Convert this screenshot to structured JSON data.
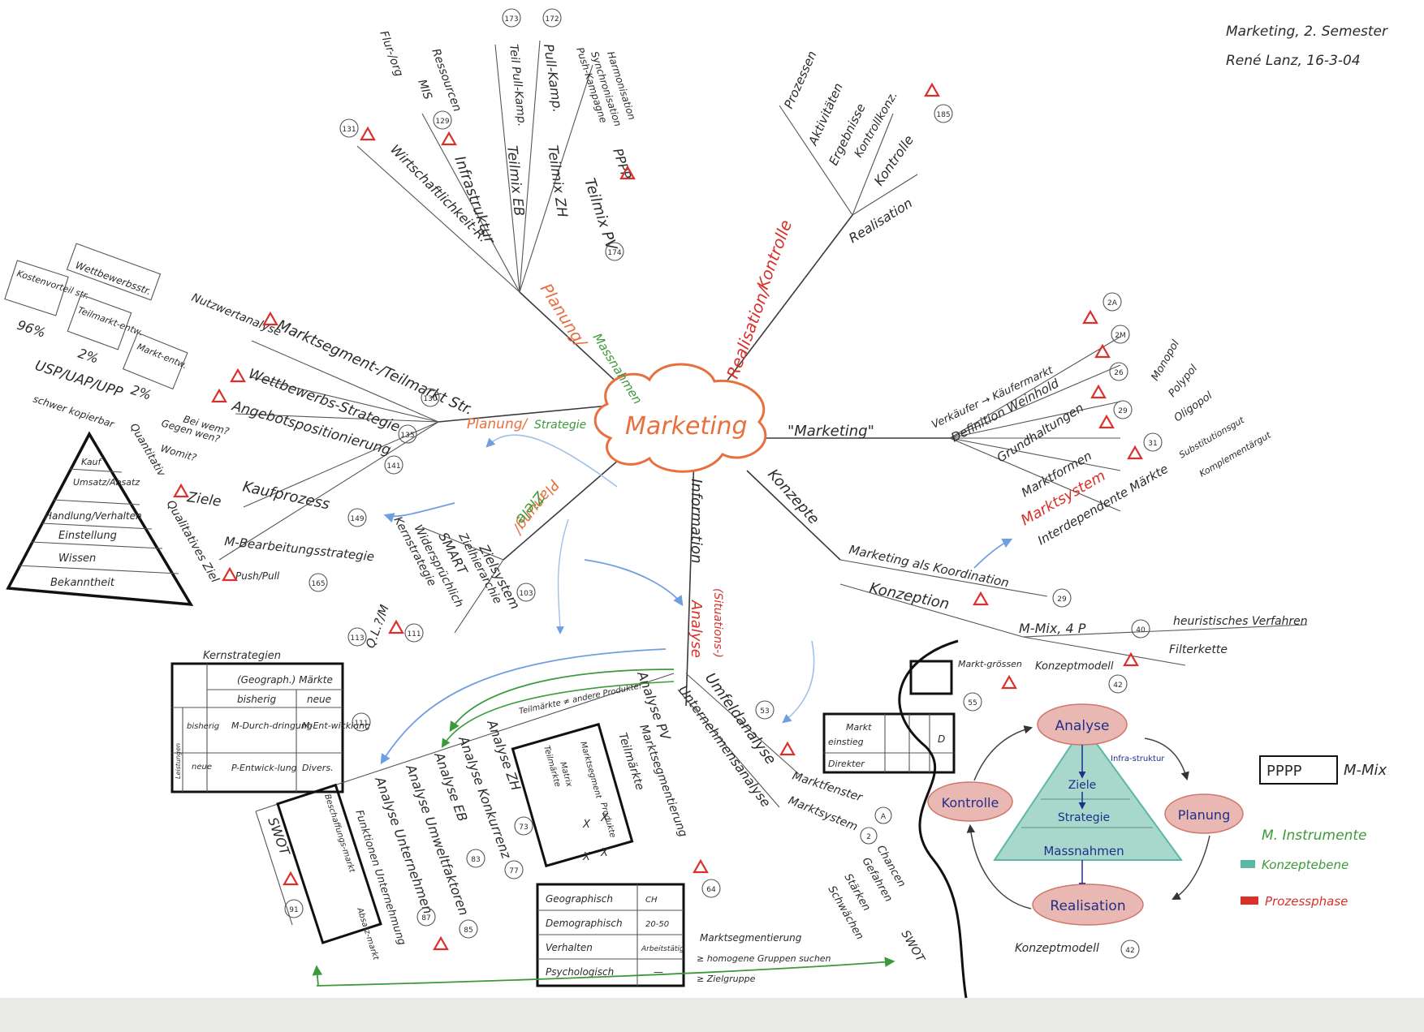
{
  "header": {
    "line1": "Marketing, 2. Semester",
    "line2": "René Lanz, 16-3-04"
  },
  "center": {
    "label": "Marketing"
  },
  "branches": {
    "planung_massnahmen": {
      "a": "Planung/",
      "b": "Massnahmen"
    },
    "realisation_kontrolle": {
      "a": "Realisation/",
      "b": "Kontrolle"
    },
    "planung_strategie": {
      "a": "Planung/",
      "b": "Strategie"
    },
    "planung_ziele": {
      "a": "Planung/",
      "b": "Ziele"
    },
    "marketing_quote": "\"Marketing\"",
    "konzepte": "Konzepte",
    "information_analyse": {
      "a": "Information",
      "b": "Analyse",
      "c": "(Situations-)"
    }
  },
  "massnahmen": {
    "teilmix_pv": "Teilmix PV",
    "pv_num": "174",
    "pppp": "PPPP",
    "harmonisation": "Harmonisation",
    "synchronisation": "Synchronisation",
    "push_kampagnen": "Push-Kampagne",
    "teilmix_zh": "Teilmix ZH",
    "pull_kamp": "Pull-Kamp.",
    "pull_num": "172",
    "teilmix_eb": "Teilmix EB",
    "teil_pull": "Teil Pull-Kamp.",
    "tp_num": "173",
    "infrastruktur": "Infrastruktur",
    "inf_num": "129",
    "ressourcen": "Ressourcen",
    "mis": "MIS",
    "wirtschaftlichkeit": "Wirtschaftlichkeit-R.",
    "wi_num": "131",
    "flur": "Flur-/org"
  },
  "kontrolle": {
    "realisation": "Realisation",
    "kontrolle": "Kontrolle",
    "kontrollkonz": "Kontrollkonz.",
    "ergebnisse": "Ergebnisse",
    "aktivitaeten": "Aktivitäten",
    "prozessen": "Prozessen",
    "num": "185"
  },
  "strategie": {
    "nutzwertanalyse": "Nutzwertanalyse",
    "marktsegment": "Marktsegment-/Teilmarkt Str.",
    "ms_num": "130",
    "wettbewerbs": "Wettbewerbs-Strategie",
    "wb_num": "135",
    "angebots": "Angebotspositionierung",
    "ap_num": "141",
    "bei_wem": "Bei wem?",
    "gegen_wen": "Gegen wen?",
    "womit": "Womit?",
    "kaufprozess": "Kaufprozess",
    "kp_num": "149",
    "mbearbeitung": "M-Bearbeitungsstrategie",
    "push_pull": "Push/Pull",
    "pp_num": "165",
    "ziele": "Ziele"
  },
  "left_boxes": {
    "wettbewerbsstr": "Wettbewerbsstr.",
    "kostenvorteil": "Kostenvorteil str.",
    "teilmarkt_entw": "Teilmarkt-entw.",
    "marktentw": "Markt-entw.",
    "pct1": "96%",
    "pct2": "2%",
    "pct3": "2%",
    "usp": "USP/UAP/UPP",
    "schwer_kopierbar": "schwer kopierbar",
    "quantitativ": "Quantitativ",
    "qualitatives_ziel": "Qualitatives Ziel"
  },
  "pyramid": [
    "Kauf",
    "Umsatz/Absatz",
    "Handlung/Verhalten",
    "Einstellung",
    "Wissen",
    "Bekanntheit"
  ],
  "ziele_branch": {
    "zielsystem": "Zielsystem",
    "zielhierarchie": "Zielhierarchie",
    "smart": "SMART",
    "zs_num": "103",
    "sm_num": "111",
    "widerspruechlich": "Widersprüchlich",
    "kernstrategie": "Kernstrategie",
    "ks_num": "113",
    "qua": "Q.L.?/M",
    "qua_num": "111"
  },
  "kernstrategien": {
    "title": "Kernstrategien",
    "col_head": "(Geograph.) Märkte",
    "bisherig": "bisherig",
    "neue": "neue",
    "row_label": "Leistungen",
    "r1": "bisherig",
    "r2": "neue",
    "c11": "M-Durch-dringung",
    "c12": "M-Ent-wicklung",
    "c21": "P-Entwick-lung",
    "c22": "Divers."
  },
  "marketing_branch": {
    "verkaeufer": "Verkäufer → Käufermarkt",
    "v_num": "2A",
    "definition": "Definition Weinhold",
    "d_num": "2M",
    "grundhaltungen": "Grundhaltungen",
    "g_num": "26",
    "marktformen": "Marktformen",
    "m_num": "29",
    "marktsystem": "Marktsystem",
    "ms_num": "31",
    "interdependent": "Interdependente Märkte",
    "monopol": "Monopol",
    "polypol": "Polypol",
    "oligopol": "Oligopol",
    "substitutions": "Substitutionsgut",
    "komplementaer": "Komplementärgut"
  },
  "konzepte_branch": {
    "koordination": "Marketing als Koordination",
    "k_num": "29",
    "konzeption": "Konzeption",
    "mmix": "M-Mix, 4 P",
    "mm_num": "40",
    "heuristisch": "heuristisches Verfahren",
    "filterkette": "Filterkette",
    "konzeptmodell": "Konzeptmodell",
    "km_num": "42"
  },
  "analyse_branch": {
    "umfeldanalyse": "Umfeldanalyse",
    "u_num": "53",
    "unternehmensanalyse": "Unternehmensanalyse",
    "marktfenster": "Marktfenster",
    "mf_num": "A",
    "marktsystem": "Marktsystem",
    "msy_num": "2",
    "chancen": "Chancen",
    "gefahren": "Gefahren",
    "staerken": "Stärken",
    "schwaechen": "Schwächen",
    "swot": "SWOT",
    "marktgroessen": "Markt-grössen",
    "mg_num": "55",
    "markt": "Markt",
    "einstieg": "einstieg",
    "direkter": "Direkter",
    "d": "D",
    "analyse_pv": "Analyse PV",
    "marktsegmentierung": "Marktsegmentierung",
    "ms_num": "64",
    "teilmaerkte": "Teilmärkte",
    "analyse_zh": "Analyse ZH",
    "zh_num": "73",
    "analyse_konkurrenz": "Analyse Konkurrenz",
    "ak_num": "77",
    "analyse_eb": "Analyse EB",
    "eb_num": "83",
    "analyse_umwelt": "Analyse Umweltfaktoren",
    "au_num": "85",
    "analyse_unternehmen": "Analyse Unternehmen",
    "un_num": "87",
    "swot2": "SWOT",
    "sw_num": "91",
    "teilmaerkte_note": "Teilmärkte ≠ andere Produkte!",
    "matrix_a": "Marktsegment",
    "matrix_b": "Produkte",
    "matrix_c": "Matrix",
    "matrix_d": "Teilmärkte",
    "x": "X",
    "beschaffungsmarkt": "Beschaffungs-markt",
    "absatzmarkt": "Absatz-markt",
    "funktionen": "Funktionen Unternehmung"
  },
  "segment_table": {
    "rows": [
      [
        "Geographisch",
        "CH"
      ],
      [
        "Demographisch",
        "20-50"
      ],
      [
        "Verhalten",
        "Arbeitstätig"
      ],
      [
        "Psychologisch",
        "—"
      ]
    ],
    "note1": "Marktsegmentierung",
    "note2": "≥ homogene Gruppen suchen",
    "note3": "≥ Zielgruppe"
  },
  "cycle": {
    "analyse": "Analyse",
    "ziele": "Ziele",
    "strategie": "Strategie",
    "massnahmen": "Massnahmen",
    "realisation": "Realisation",
    "kontrolle": "Kontrolle",
    "planung": "Planung",
    "infrastruktur": "Infra-struktur",
    "konzeptmodell": "Konzeptmodell",
    "km_num": "42"
  },
  "legend": {
    "pppp": "PPPP",
    "mmix": "M-Mix",
    "instrumente": "M. Instrumente",
    "konzeptebene": "Konzeptebene",
    "prozessphase": "Prozessphase",
    "green": "#3c9a3a",
    "teal": "#5ab8a4",
    "red": "#d9302a"
  }
}
